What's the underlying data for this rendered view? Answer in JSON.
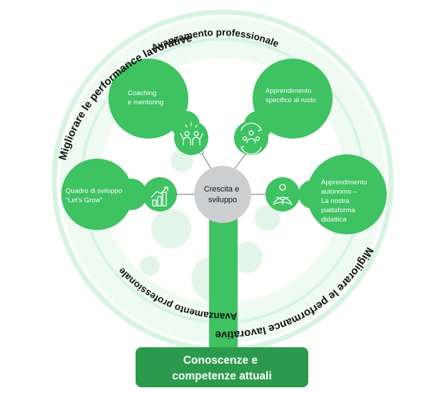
{
  "outer_ring": {
    "top_label": "Migliorare le performance lavorative",
    "bottom_label": "Migliorare le performance lavorative"
  },
  "inner_ring": {
    "top_label": "Avanzamento professionale",
    "bottom_label": "Avanzamento professionale"
  },
  "center": {
    "lines": [
      "Crescita e",
      "sviluppo"
    ]
  },
  "bubbles": [
    {
      "id": "coaching",
      "lines": [
        "Coaching",
        "e mentoring"
      ],
      "icon": "team-celebration-icon"
    },
    {
      "id": "specific",
      "lines": [
        "Apprendimento",
        "specifico al ruolo"
      ],
      "icon": "group-cycle-icon"
    },
    {
      "id": "framework",
      "lines": [
        "Quadro di sviluppo",
        "“Let’s Grow”"
      ],
      "icon": "growth-steps-icon"
    },
    {
      "id": "autonomous",
      "lines": [
        "Apprendimento",
        "autonomo –",
        "La nostra",
        "piattaforma",
        "didattica"
      ],
      "icon": "reading-person-icon"
    }
  ],
  "base": {
    "lines": [
      "Conoscenze e",
      "competenze attuali"
    ]
  },
  "colors": {
    "primary_green": "#3ec262",
    "dark_green": "#2c9a4c",
    "pale_green": "#e3f5e8",
    "ring_mint": "#d7f3e1",
    "center_gray": "#cdced0",
    "connector": "#9a9a9a"
  }
}
